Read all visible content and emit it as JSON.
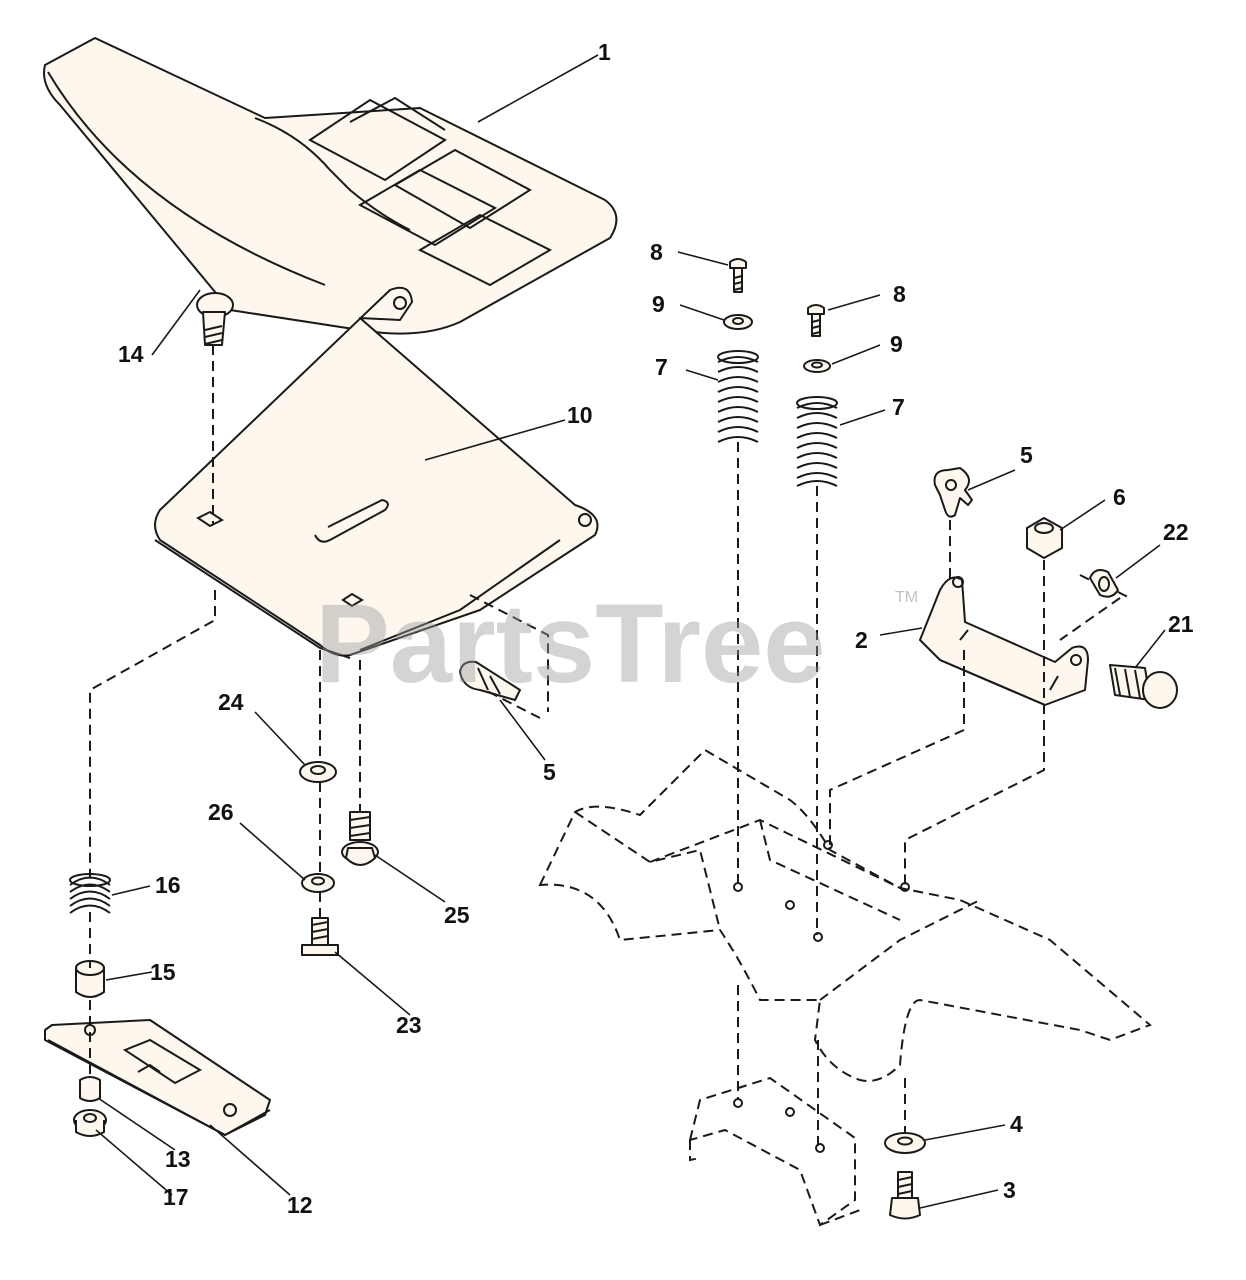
{
  "watermark": {
    "text": "PartsTree",
    "tm": "TM"
  },
  "colors": {
    "line": "#1a1a1a",
    "part_fill": "#fdf7ee",
    "watermark": "#9a9a9a"
  },
  "callouts": [
    "1",
    "2",
    "3",
    "4",
    "5",
    "5",
    "6",
    "7",
    "7",
    "8",
    "8",
    "9",
    "9",
    "10",
    "12",
    "13",
    "14",
    "15",
    "16",
    "17",
    "21",
    "22",
    "23",
    "24",
    "25",
    "26"
  ]
}
